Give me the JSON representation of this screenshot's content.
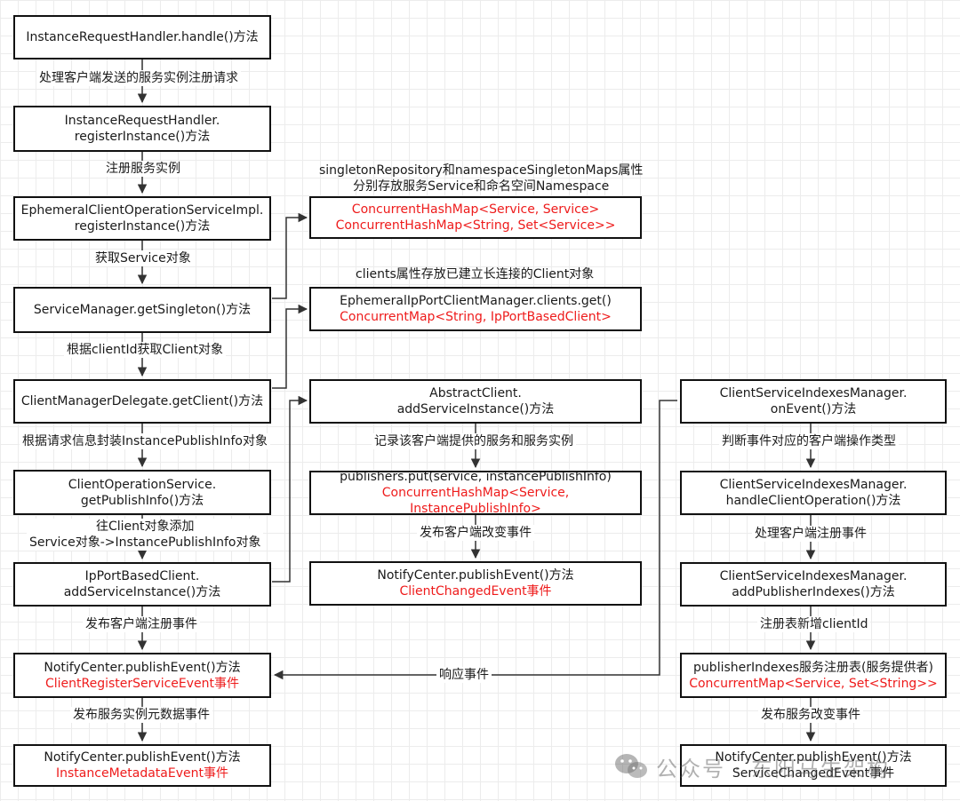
{
  "left": {
    "b1": "InstanceRequestHandler.handle()方法",
    "l1": "处理客户端发送的服务实例注册请求",
    "b2": [
      "InstanceRequestHandler.",
      "registerInstance()方法"
    ],
    "l2": "注册服务实例",
    "b3": [
      "EphemeralClientOperationServiceImpl.",
      "registerInstance()方法"
    ],
    "l3": "获取Service对象",
    "b4": "ServiceManager.getSingleton()方法",
    "l4": "根据clientId获取Client对象",
    "b5": "ClientManagerDelegate.getClient()方法",
    "l5": "根据请求信息封装InstancePublishInfo对象",
    "b6": [
      "ClientOperationService.",
      "getPublishInfo()方法"
    ],
    "l6": [
      "往Client对象添加",
      "Service对象->InstancePublishInfo对象"
    ],
    "b7": [
      "IpPortBasedClient.",
      "addServiceInstance()方法"
    ],
    "l7": "发布客户端注册事件",
    "b8": [
      "NotifyCenter.publishEvent()方法",
      "ClientRegisterServiceEvent事件"
    ],
    "l8": "发布服务实例元数据事件",
    "b9": [
      "NotifyCenter.publishEvent()方法",
      "InstanceMetadataEvent事件"
    ]
  },
  "middle": {
    "n1": [
      "singletonRepository和namespaceSingletonMaps属性",
      "分别存放服务Service和命名空间Namespace"
    ],
    "b1": [
      "ConcurrentHashMap<Service, Service>",
      "ConcurrentHashMap<String, Set<Service>>"
    ],
    "n2": "clients属性存放已建立长连接的Client对象",
    "b2": [
      "EphemeralIpPortClientManager.clients.get()",
      "ConcurrentMap<String, IpPortBasedClient>"
    ],
    "b3": [
      "AbstractClient.",
      "addServiceInstance()方法"
    ],
    "l3": "记录该客户端提供的服务和服务实例",
    "b4": [
      "publishers.put(service, instancePublishInfo)",
      "ConcurrentHashMap<Service, InstancePublishInfo>"
    ],
    "l4": "发布客户端改变事件",
    "b5": [
      "NotifyCenter.publishEvent()方法",
      "ClientChangedEvent事件"
    ]
  },
  "right": {
    "b1": [
      "ClientServiceIndexesManager.",
      "onEvent()方法"
    ],
    "l1": "判断事件对应的客户端操作类型",
    "b2": [
      "ClientServiceIndexesManager.",
      "handleClientOperation()方法"
    ],
    "l2": "处理客户端注册事件",
    "b3": [
      "ClientServiceIndexesManager.",
      "addPublisherIndexes()方法"
    ],
    "l3": "注册表新增clientId",
    "b4": [
      "publisherIndexes服务注册表(服务提供者)",
      "ConcurrentMap<Service, Set<String>>"
    ],
    "l4": "发布服务改变事件",
    "b5": [
      "NotifyCenter.publishEvent()方法",
      "ServiceChangedEvent事件"
    ]
  },
  "connector": {
    "response": "响应事件"
  },
  "watermark": {
    "text": "公众号 · 东阳马生架构",
    "icon": "wechat-icon"
  },
  "colors": {
    "highlight": "#ee1b1b",
    "line": "#333333"
  }
}
